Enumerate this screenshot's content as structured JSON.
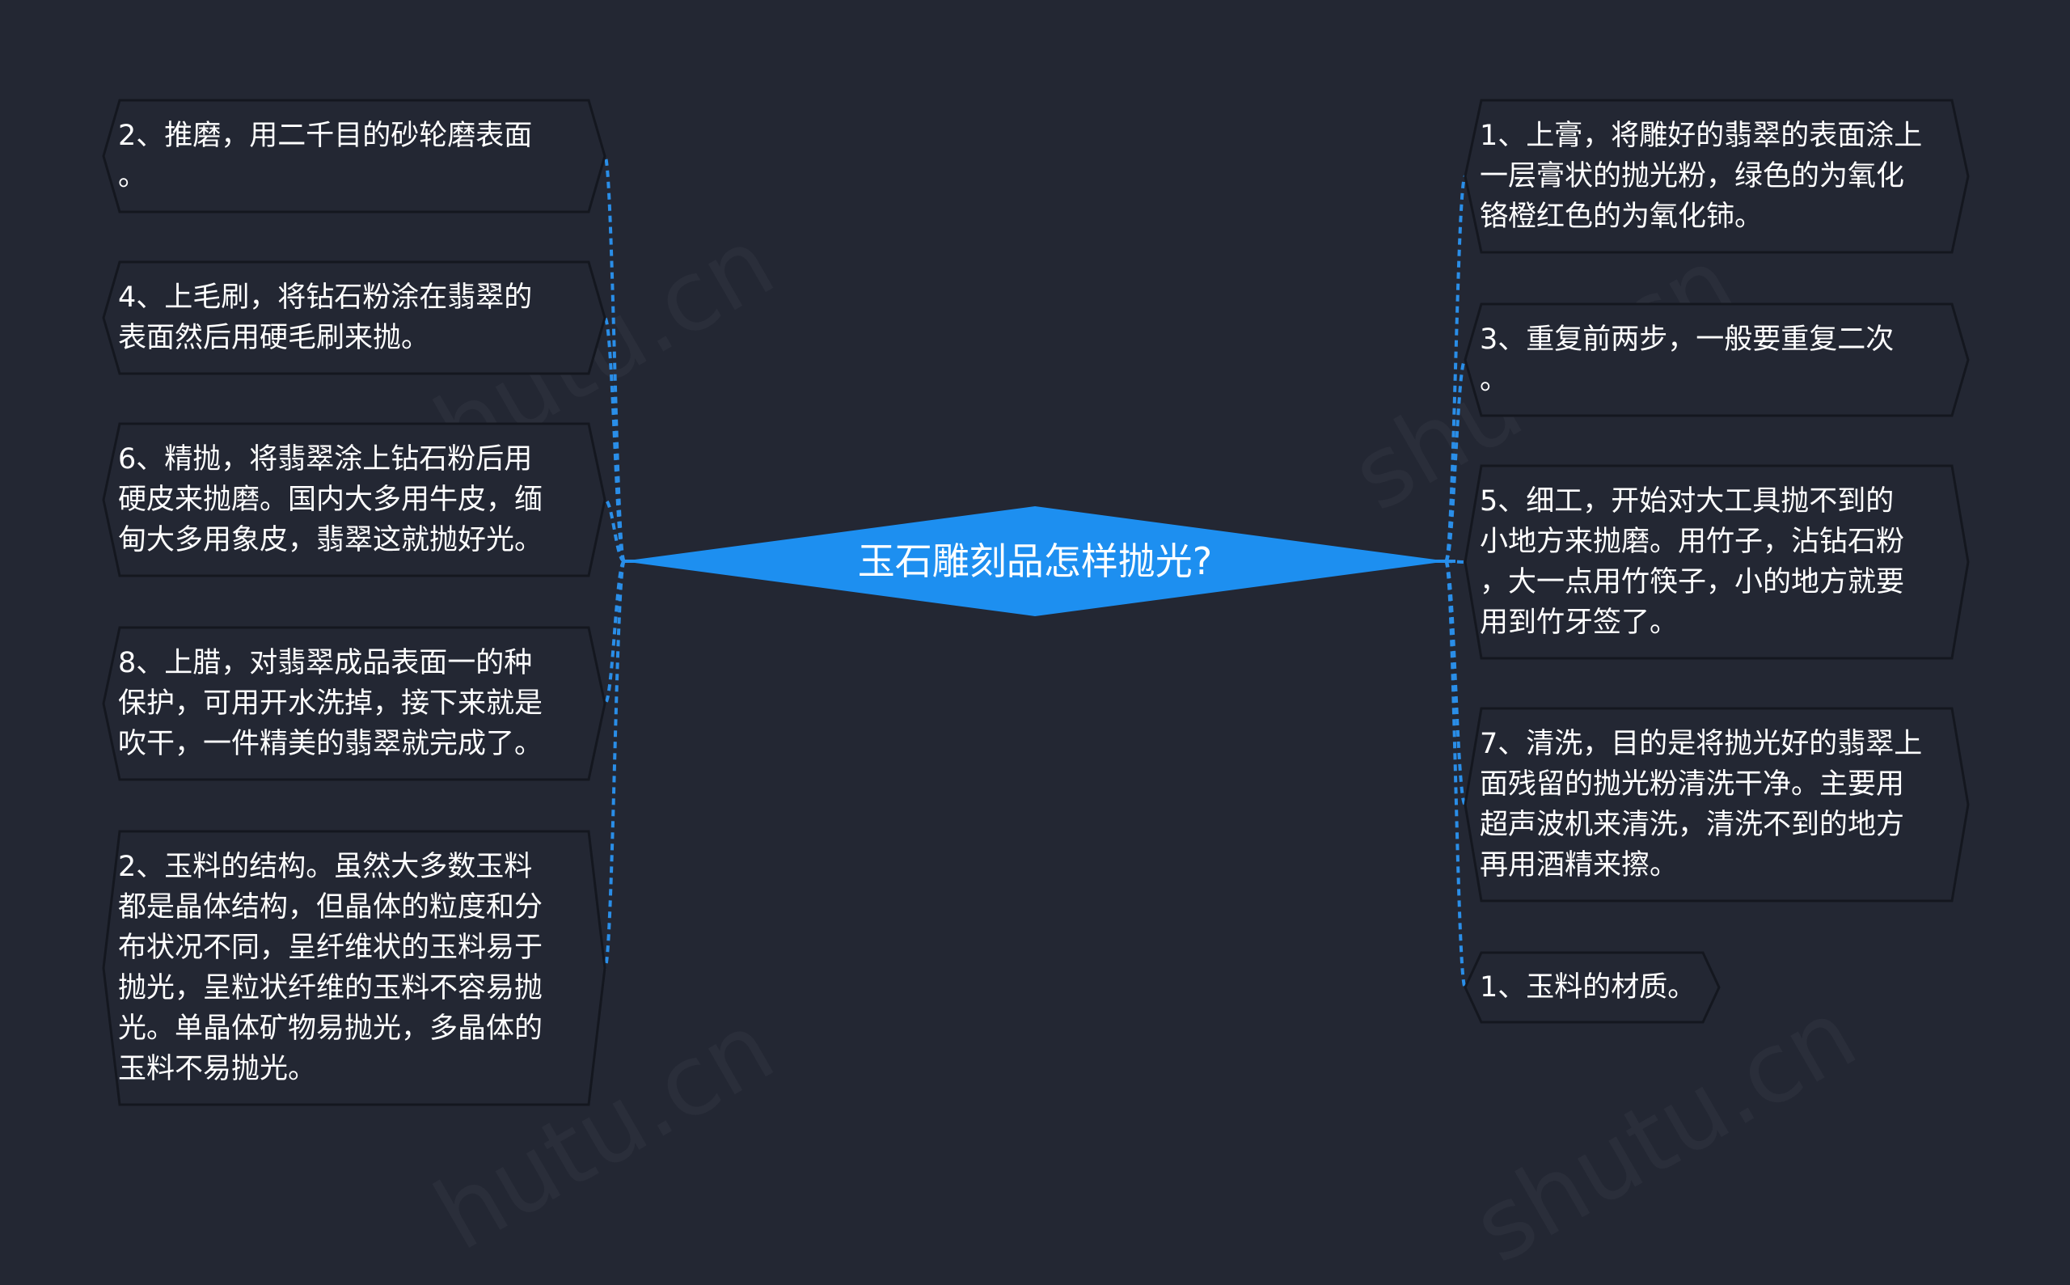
{
  "diagram": {
    "root": {
      "label": "玉石雕刻品怎样抛光?"
    },
    "left_nodes": [
      {
        "label": "2、推磨，用二千目的砂轮磨表面\n。"
      },
      {
        "label": "4、上毛刷，将钻石粉涂在翡翠的\n表面然后用硬毛刷来抛。"
      },
      {
        "label": "6、精抛，将翡翠涂上钻石粉后用\n硬皮来抛磨。国内大多用牛皮，缅\n甸大多用象皮，翡翠这就抛好光。"
      },
      {
        "label": "8、上腊，对翡翠成品表面一的种\n保护，可用开水洗掉，接下来就是\n吹干，一件精美的翡翠就完成了。"
      },
      {
        "label": "2、玉料的结构。虽然大多数玉料\n都是晶体结构，但晶体的粒度和分\n布状况不同，呈纤维状的玉料易于\n抛光，呈粒状纤维的玉料不容易抛\n光。单晶体矿物易抛光，多晶体的\n玉料不易抛光。"
      }
    ],
    "right_nodes": [
      {
        "label": "1、上膏，将雕好的翡翠的表面涂上\n一层膏状的抛光粉，绿色的为氧化\n铬橙红色的为氧化铈。"
      },
      {
        "label": "3、重复前两步，一般要重复二次\n。"
      },
      {
        "label": "5、细工，开始对大工具抛不到的\n小地方来抛磨。用竹子，沾钻石粉\n，大一点用竹筷子，小的地方就要\n用到竹牙签了。"
      },
      {
        "label": "7、清洗，目的是将抛光好的翡翠上\n面残留的抛光粉清洗干净。主要用\n超声波机来清洗，清洗不到的地方\n再用酒精来擦。"
      },
      {
        "label": "1、玉料的材质。"
      }
    ],
    "colors": {
      "background": "#232733",
      "root_fill": "#1d8ff0",
      "node_border": "#14171f",
      "link": "#2a8ee8",
      "text": "#ffffff"
    }
  }
}
